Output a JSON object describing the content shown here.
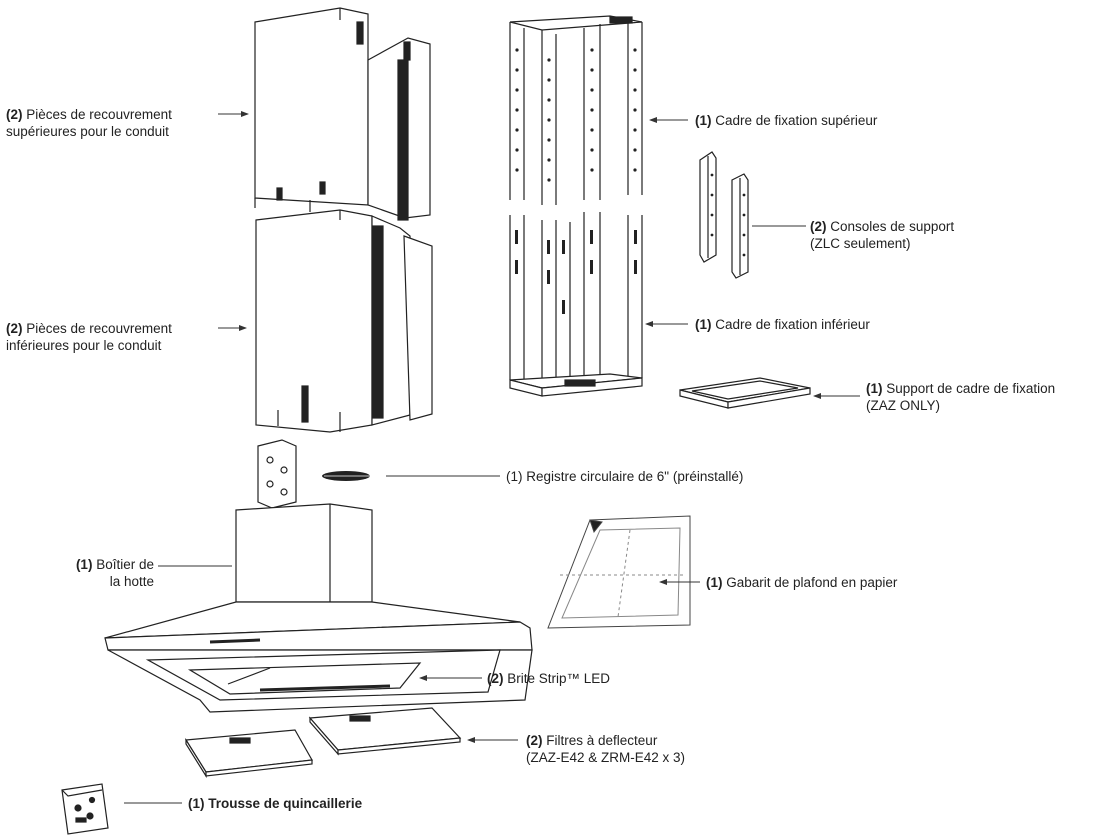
{
  "parts": [
    {
      "id": "upper-duct-covers",
      "qty": "(2)",
      "lines": [
        "Pièces de recouvrement",
        "supérieures pour le conduit"
      ]
    },
    {
      "id": "upper-mounting-frame",
      "qty": "(1)",
      "lines": [
        "Cadre de fixation supérieur"
      ]
    },
    {
      "id": "support-brackets",
      "qty": "(2)",
      "lines": [
        "Consoles de support",
        "(ZLC seulement)"
      ]
    },
    {
      "id": "lower-duct-covers",
      "qty": "(2)",
      "lines": [
        "Pièces de recouvrement",
        "inférieures pour le conduit"
      ]
    },
    {
      "id": "lower-mounting-frame",
      "qty": "(1)",
      "lines": [
        "Cadre de fixation inférieur"
      ]
    },
    {
      "id": "frame-support",
      "qty": "(1)",
      "lines": [
        "Support de cadre de fixation",
        "(ZAZ ONLY)"
      ]
    },
    {
      "id": "damper",
      "qty": "(1)",
      "lines": [
        " Registre circulaire de 6\" (préinstallé)"
      ]
    },
    {
      "id": "hood-body",
      "qty": "(1)",
      "lines": [
        "Boîtier de",
        "la hotte"
      ]
    },
    {
      "id": "paper-template",
      "qty": "(1)",
      "lines": [
        "Gabarit de plafond en papier"
      ]
    },
    {
      "id": "brite-strip",
      "qty": "(2)",
      "lines": [
        "Brite Strip™ LED"
      ]
    },
    {
      "id": "baffle-filters",
      "qty": "(2)",
      "lines": [
        "Filtres à deflecteur",
        "(ZAZ-E42 & ZRM-E42 x 3)"
      ]
    },
    {
      "id": "hardware-kit",
      "qty": "(1)",
      "lines": [
        "Trousse de quincaillerie"
      ]
    }
  ]
}
